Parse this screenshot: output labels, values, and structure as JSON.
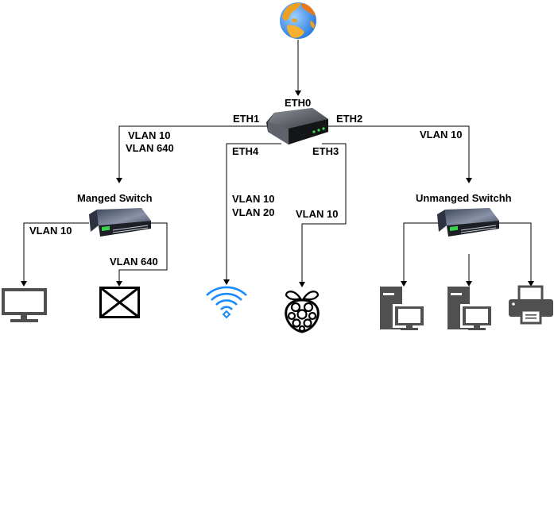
{
  "diagram": {
    "colors": {
      "wire": "#000000",
      "icon_gray": "#505050",
      "wifi_blue": "#1a8cff",
      "background": "#ffffff"
    },
    "nodes": {
      "internet": {
        "icon": "globe-icon"
      },
      "router": {
        "icon": "router-icon",
        "port_top": "ETH0",
        "port_left": "ETH1",
        "port_right": "ETH2",
        "port_bottom_left": "ETH4",
        "port_bottom_right": "ETH3"
      },
      "managed_switch": {
        "label": "Manged Switch",
        "icon": "network-switch-icon"
      },
      "unmanaged_switch": {
        "label": "Unmanged Switchh",
        "icon": "network-switch-icon"
      },
      "monitor": {
        "icon": "monitor-icon"
      },
      "unknown_device": {
        "icon": "crossed-box-icon"
      },
      "wifi_ap": {
        "icon": "wifi-icon"
      },
      "raspberry_pi": {
        "icon": "raspberry-pi-icon"
      },
      "desktop_1": {
        "icon": "desktop-computer-icon"
      },
      "desktop_2": {
        "icon": "desktop-computer-icon"
      },
      "printer": {
        "icon": "printer-icon"
      }
    },
    "edges": {
      "eth1_vlans": [
        "VLAN 10",
        "VLAN 640"
      ],
      "eth2_vlans": [
        "VLAN 10"
      ],
      "eth4_vlans": [
        "VLAN 10",
        "VLAN 20"
      ],
      "eth3_vlans": [
        "VLAN 10"
      ],
      "managed_to_monitor": [
        "VLAN 10"
      ],
      "managed_to_unknown": [
        "VLAN 640"
      ]
    }
  }
}
